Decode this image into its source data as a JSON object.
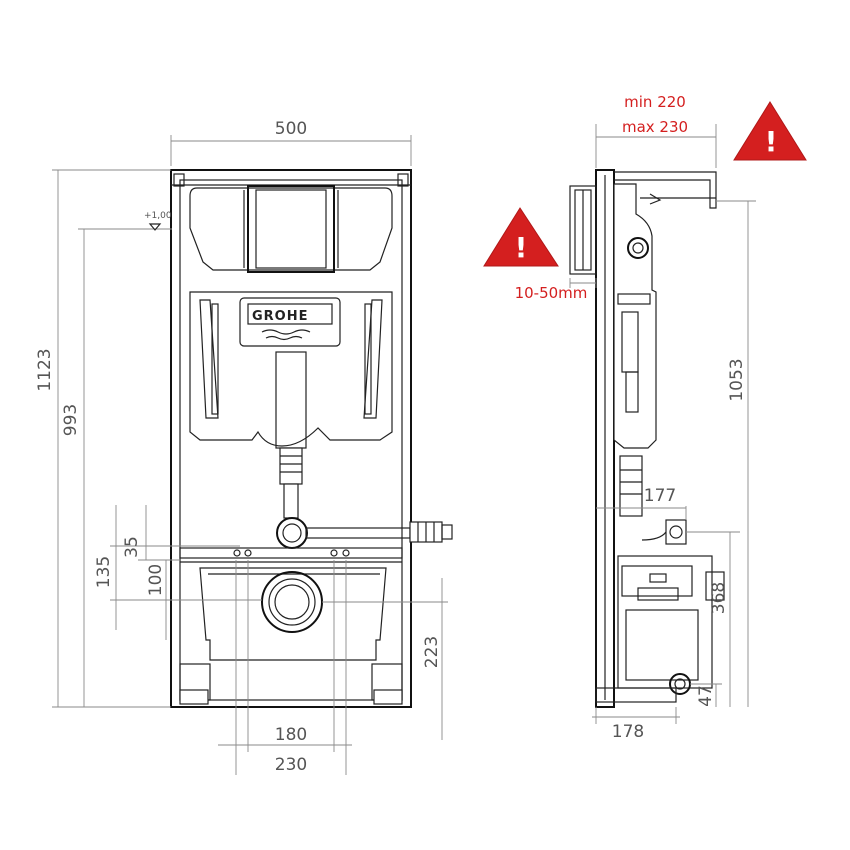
{
  "front_view": {
    "brand": "GROHE",
    "level_mark": "+1,00",
    "dims": {
      "width": "500",
      "total_height": "1123",
      "inlet_height": "993",
      "d135": "135",
      "d35": "35",
      "d100": "100",
      "outlet_height": "223",
      "bolt_spacing_inner": "180",
      "bolt_spacing_outer": "230"
    }
  },
  "side_view": {
    "min_depth": "min 220",
    "max_depth": "max 230",
    "wall_range": "10-50mm",
    "height": "1053",
    "offset_top": "177",
    "offset_bottom": "178",
    "outlet": "368",
    "d47": "47"
  },
  "warnings": [
    {
      "symbol": "!"
    },
    {
      "symbol": "!"
    }
  ],
  "colors": {
    "warning_fill": "#d41f1f",
    "warning_text": "#d41f1f",
    "line": "#222222",
    "dimension": "#555555"
  }
}
